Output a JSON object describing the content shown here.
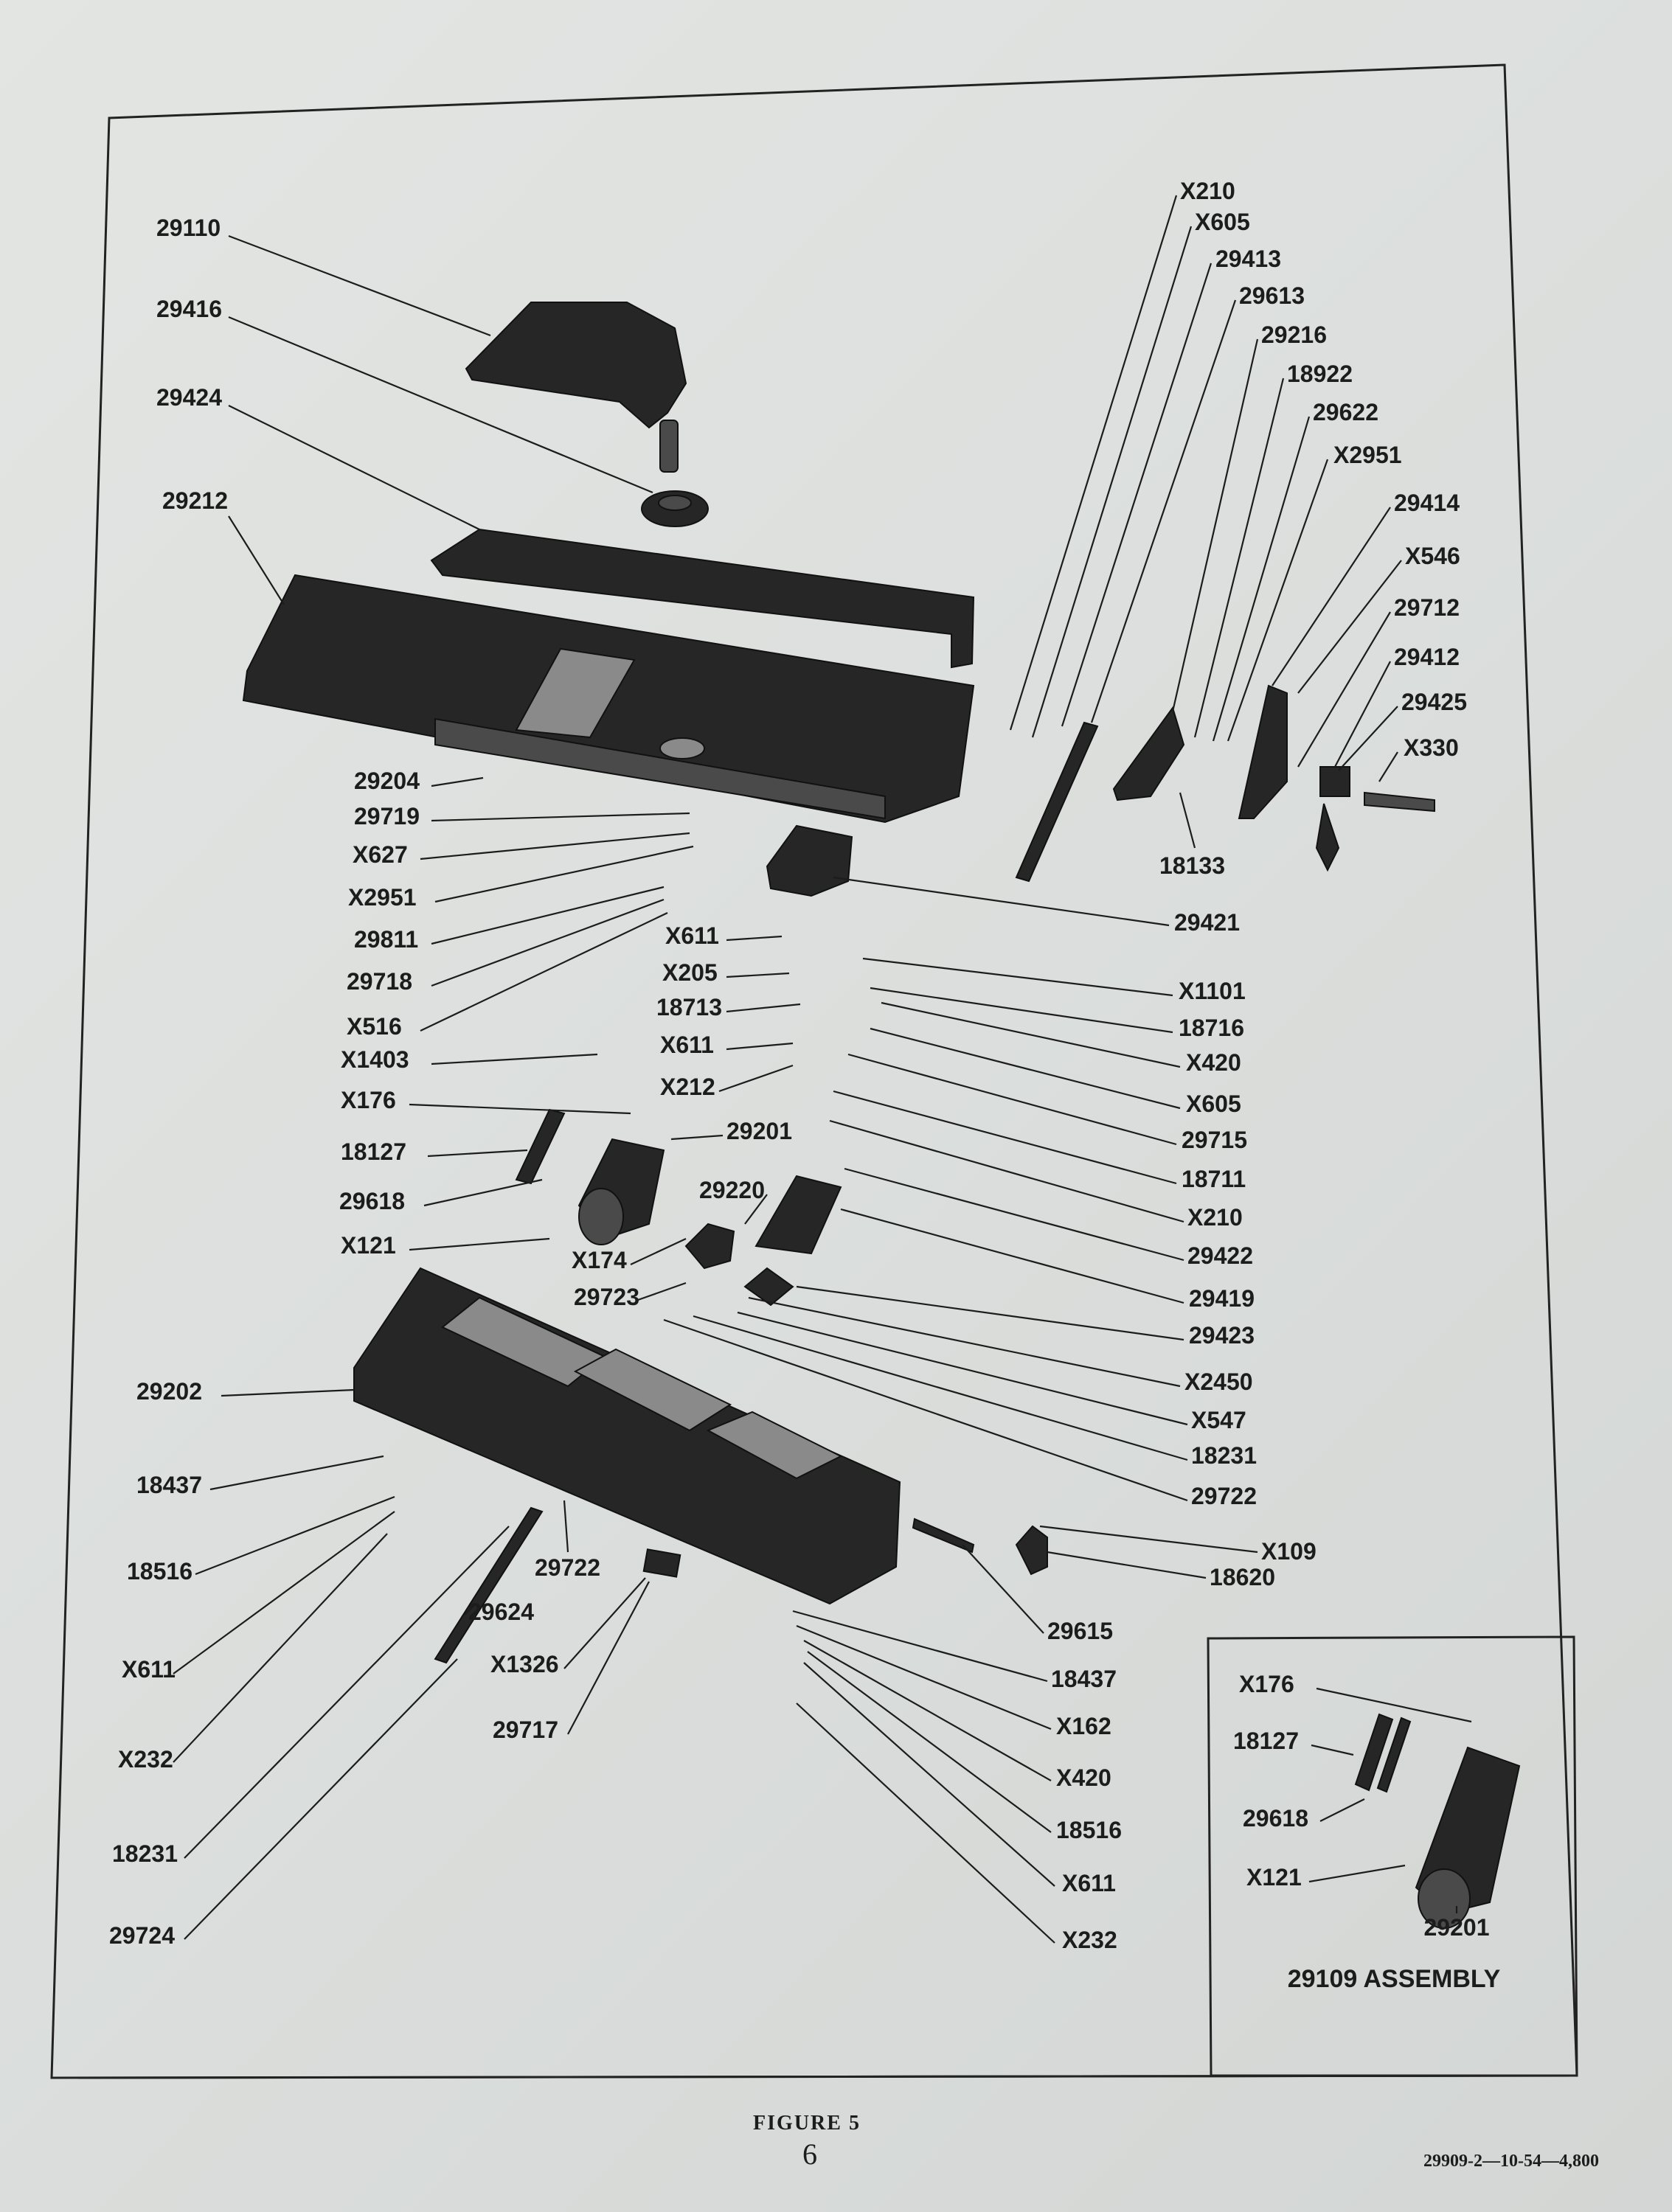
{
  "figure": {
    "caption": "FIGURE 5",
    "page_number": "6",
    "print_code": "29909-2—10-54—4,800"
  },
  "assembly": {
    "title": "29109 ASSEMBLY",
    "labels": [
      "X176",
      "18127",
      "29618",
      "X121",
      "29201"
    ]
  },
  "part_labels": [
    "29110",
    "29416",
    "29424",
    "29212",
    "29204",
    "29719",
    "X627",
    "X2951",
    "29811",
    "29718",
    "X516",
    "X1403",
    "X176",
    "18127",
    "29618",
    "X121",
    "29202",
    "18437",
    "18516",
    "X611",
    "X232",
    "18231",
    "29724",
    "X210",
    "X605",
    "29413",
    "29613",
    "29216",
    "18922",
    "29622",
    "X2951",
    "29414",
    "X546",
    "29712",
    "29412",
    "29425",
    "X330",
    "18133",
    "29421",
    "X611",
    "X205",
    "18713",
    "X611",
    "X212",
    "29201",
    "29220",
    "X174",
    "29723",
    "X1101",
    "18716",
    "X420",
    "X605",
    "29715",
    "18711",
    "X210",
    "29422",
    "29419",
    "29423",
    "X2450",
    "X547",
    "18231",
    "29722",
    "X109",
    "18620",
    "29615",
    "18437",
    "X162",
    "X420",
    "18516",
    "X611",
    "X232",
    "29722",
    "29624",
    "X1326",
    "29717"
  ]
}
